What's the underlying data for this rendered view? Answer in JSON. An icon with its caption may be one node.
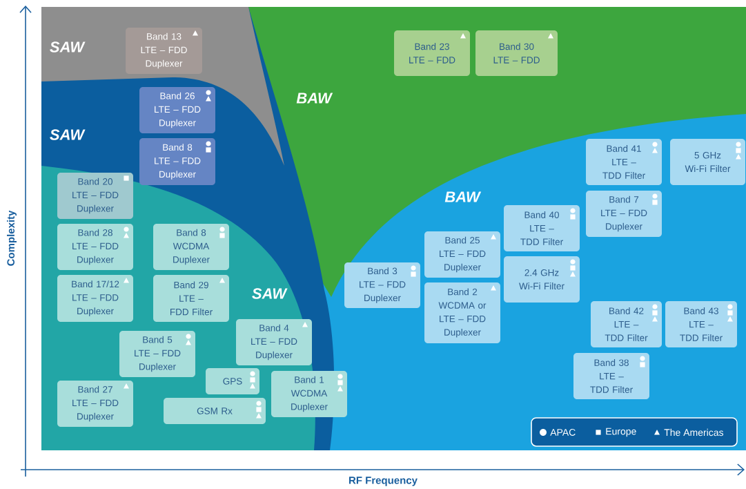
{
  "diagram": {
    "nodes": [
      {
        "text": [
          "Band 13 LTE – FDD Duplexer"
        ]
      },
      {
        "text": [
          "Band 23 LTE – FDD"
        ]
      },
      {
        "text": [
          "Band 30 LTE – FDD"
        ]
      },
      {
        "text": [
          "Band 26 LTE – FDD Duplexer"
        ]
      },
      {
        "text": [
          "Band 8 LTE – FDD Duplexer"
        ]
      },
      {
        "text": [
          "Band 41 LTE – TDD Filter"
        ]
      },
      {
        "text": [
          "5 GHz Wi-Fi Filter"
        ]
      },
      {
        "text": [
          "Band 20 LTE – FDD Duplexer"
        ]
      },
      {
        "text": [
          "Band 7 LTE – FDD Duplexer"
        ]
      },
      {
        "text": [
          "Band 40 LTE – TDD Filter"
        ]
      },
      {
        "text": [
          "Band 28 LTE – FDD Duplexer"
        ]
      },
      {
        "text": [
          "Band 8 WCDMA Duplexer"
        ]
      },
      {
        "text": [
          "Band 25 LTE – FDD Duplexer"
        ]
      },
      {
        "text": [
          "Band 3 LTE – FDD Duplexer"
        ]
      },
      {
        "text": [
          "2.4 GHz Wi-Fi Filter"
        ]
      },
      {
        "text": [
          "Band 17/12 LTE – FDD Duplexer"
        ]
      },
      {
        "text": [
          "Band 29 LTE – FDD Filter"
        ]
      },
      {
        "text": [
          "Band 2 WCDMA or LTE – FDD Duplexer"
        ]
      },
      {
        "text": [
          "Band 42 LTE – TDD Filter"
        ]
      },
      {
        "text": [
          "Band 43 LTE – TDD Filter"
        ]
      },
      {
        "text": [
          "Band 4 LTE – FDD Duplexer"
        ]
      },
      {
        "text": [
          "Band 5 LTE – FDD Duplexer"
        ]
      },
      {
        "text": [
          "Band 38 LTE – TDD Filter"
        ]
      },
      {
        "text": [
          "GPS"
        ]
      },
      {
        "text": [
          "Band 1 WCDMA Duplexer"
        ]
      },
      {
        "text": [
          "Band 27 LTE – FDD Duplexer"
        ]
      },
      {
        "text": [
          "GSM Rx"
        ]
      }
    ],
    "edges": [],
    "labels": [
      "SAW",
      "BAW",
      "SAW",
      "BAW",
      "SAW",
      "Complexity",
      "RF Frequency"
    ],
    "legend": [
      {
        "text": "APAC"
      },
      {
        "text": "Europe"
      },
      {
        "text": "The Americas"
      }
    ]
  }
}
